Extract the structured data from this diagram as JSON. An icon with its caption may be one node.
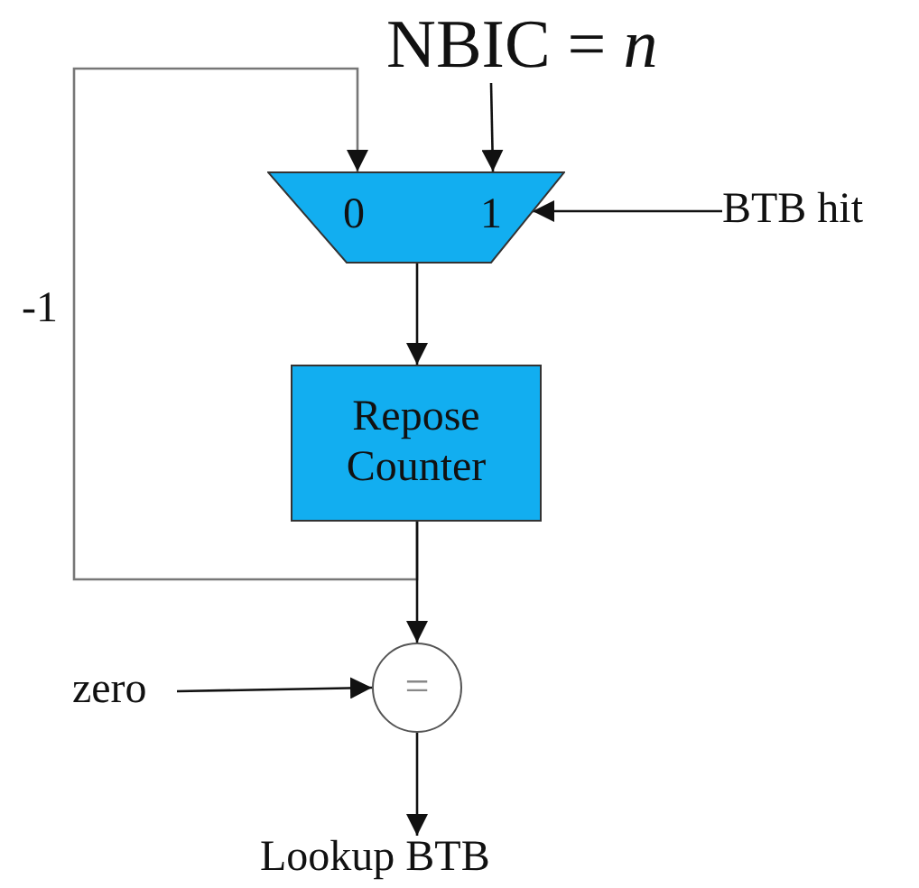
{
  "diagram": {
    "nodes": [
      {
        "text": [
          "NBIC = *n*"
        ]
      },
      {
        "text": [
          "0",
          "1"
        ]
      },
      {
        "text": [
          "BTB hit"
        ]
      },
      {
        "text": [
          "Repose Counter"
        ]
      },
      {
        "text": [
          "="
        ]
      },
      {
        "text": [
          "zero"
        ]
      },
      {
        "text": [
          "Lookup BTB"
        ]
      }
    ],
    "edges": [
      {
        "from": 0,
        "to": 1,
        "arrow": "to"
      },
      {
        "from": 2,
        "to": 1,
        "arrow": "to"
      },
      {
        "from": 1,
        "to": 3,
        "arrow": "to"
      },
      {
        "from": 3,
        "to": 1,
        "arrow": "to",
        "label": "-1",
        "color": "#777777"
      },
      {
        "from": 3,
        "to": 4,
        "arrow": "to"
      },
      {
        "from": 5,
        "to": 4,
        "arrow": "to"
      },
      {
        "from": 4,
        "to": 6,
        "arrow": "to"
      }
    ]
  }
}
